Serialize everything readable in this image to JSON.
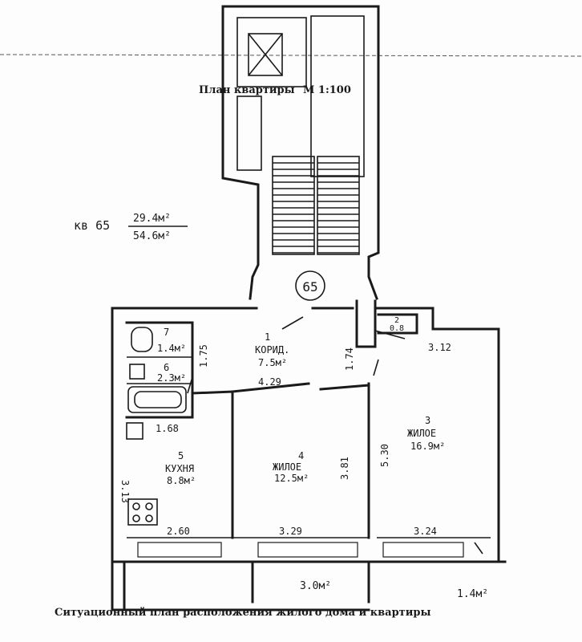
{
  "plan": {
    "title": "План квартиры",
    "scale": "М 1:100",
    "caption": "Ситуационный план расположения жилого дома и квартиры",
    "apartment": {
      "label": "кв 65",
      "living_area": "29.4м²",
      "total_area": "54.6м²",
      "number": "65"
    },
    "rooms": [
      {
        "num": "1",
        "name": "КОРИД.",
        "area": "7.5м²"
      },
      {
        "num": "2",
        "name": "",
        "area": "0.8"
      },
      {
        "num": "3",
        "name": "ЖИЛОЕ",
        "area": "16.9м²"
      },
      {
        "num": "4",
        "name": "ЖИЛОЕ",
        "area": "12.5м²"
      },
      {
        "num": "5",
        "name": "КУХНЯ",
        "area": "8.8м²"
      },
      {
        "num": "6",
        "name": "",
        "area": "2.3м²"
      },
      {
        "num": "7",
        "name": "",
        "area": "1.4м²"
      }
    ],
    "dimensions": {
      "corridor_width": "4.29",
      "corridor_depth": "1.74",
      "bath_height": "1.75",
      "kitchen_top": "1.68",
      "kitchen_side": "3.13",
      "kitchen_bottom": "2.60",
      "room4_bottom": "3.29",
      "room4_side": "3.81",
      "room3_side": "5.30",
      "room3_top": "3.12",
      "room3_bottom": "3.24"
    },
    "balconies": {
      "left": "3.0м²",
      "right": "1.4м²"
    }
  }
}
